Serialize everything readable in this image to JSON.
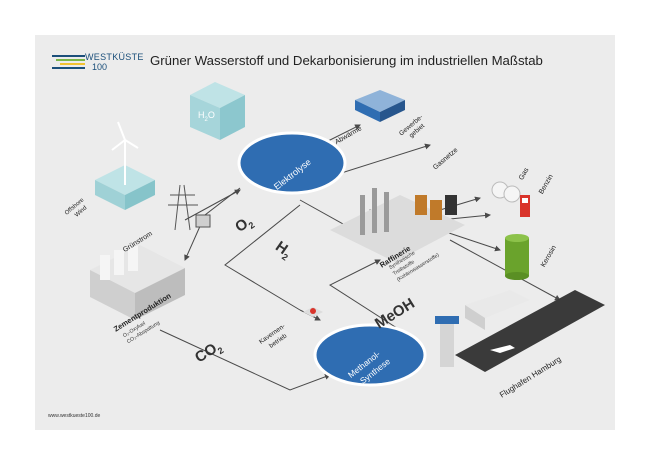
{
  "brand": {
    "name": "WESTKÜSTE",
    "number": "100"
  },
  "title": "Grüner Wasserstoff und Dekarbonisierung im industriellen Maßstab",
  "url": "www.westkueste100.de",
  "nodes": {
    "elektrolyse": "Elektrolyse",
    "methanol_line1": "Methanol-",
    "methanol_line2": "Synthese",
    "offshore_line1": "Offshore",
    "offshore_line2": "Wind",
    "gruenstrom": "Grünstrom",
    "zement": "Zementproduktion",
    "zement_sub1": "O₂-Oxyfuel",
    "zement_sub2": "CO₂-Abspaltung",
    "kavernen_line1": "Kavernen-",
    "kavernen_line2": "betrieb",
    "abwaerme": "Abwärme",
    "gewerbe_line1": "Gewerbe-",
    "gewerbe_line2": "gebiet",
    "gasnetze": "Gasnetze",
    "gas": "Gas",
    "benzin": "Benzin",
    "kerosin": "Kerosin",
    "raffinerie": "Raffinerie",
    "raff_sub1": "Synthetische",
    "raff_sub2": "Treibstoffe",
    "raff_sub3": "(Kohlenwasserstoffe)",
    "flughafen": "Flughafen Hamburg",
    "tank_h": "H",
    "tank_two": "2",
    "tank_o": "O"
  },
  "flows": {
    "o2": "O",
    "o2_sub": "2",
    "h2": "H",
    "h2_sub": "2",
    "co2": "CO",
    "co2_sub": "2",
    "meoh": "MeOH"
  },
  "colors": {
    "blue": "#2f6db2",
    "arrow": "#4a4a4a",
    "barrel": "#6aa32c",
    "brand_green": "#7ab648",
    "brand_yellow": "#f2c230"
  }
}
